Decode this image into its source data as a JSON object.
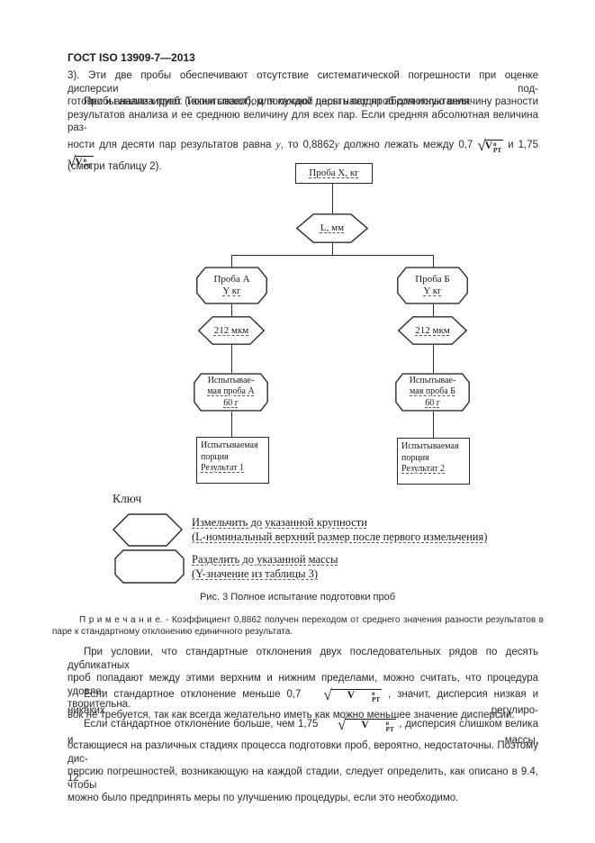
{
  "page": {
    "header": "ГОСТ ISO 13909-7—2013",
    "number": "12",
    "caption": "Рис. 3 Полное испытание подготовки проб"
  },
  "formula": {
    "radical": "√",
    "var": "V",
    "sup": "о",
    "sub": "РТ"
  },
  "intro": {
    "p1_l1": "3). Эти две пробы обеспечивают отсутствие систематической погрешности при оценке дисперсии под-",
    "p1_l2": "готовки и анализа проб. Таким способом получают десять пар проб для испытания.",
    "p2_l1": "Пробы анализируют (испытывают), для каждой пары находят абсолютную величину разности",
    "p2_l2": "результатов анализа и  ее среднюю величину для всех пар. Если средняя абсолютная величина раз-",
    "p2_l3a": "ности для  десяти пар  результатов равна ",
    "p2_y1": "y",
    "p2_l3b": ", то 0,8862",
    "p2_y2": "y",
    "p2_l3c": " должно лежать между 0,7 ",
    "p2_l3d": " и 1,75 ",
    "p2_l4": "(смотри таблицу 2)."
  },
  "diagram": {
    "top_box": "Проба X,  кг",
    "crush_top": "L, мм",
    "branch_a": {
      "sample_l1": "Проба А",
      "sample_l2": "Y кг",
      "size": "212 мкм",
      "test_l1": "Испытывае-",
      "test_l2": "мая проба А",
      "test_l3": "60 г",
      "result_l1": "Испытываемая",
      "result_l2": "порция",
      "result_l3": "Результат 1"
    },
    "branch_b": {
      "sample_l1": "Проба Б",
      "sample_l2": "Y кг",
      "size": "212 мкм",
      "test_l1": "Испытывае-",
      "test_l2": "мая проба Б",
      "test_l3": "60 г",
      "result_l1": "Испытываемая",
      "result_l2": "порция",
      "result_l3": "Результат 2"
    }
  },
  "key": {
    "title": "Ключ",
    "crush_l1": "Измельчить до указанной крупности",
    "crush_l2": "(L-номинальный верхний размер после первого измельчения)",
    "divide_l1": "Разделить до указанной массы",
    "divide_l2": "(Y-значение из таблицы 3)"
  },
  "note": {
    "l1": "П р и м е ч а н и е. - Коэффициент 0,8862 получен переходом от среднего значения разности результатов в",
    "l2": "паре к стандартному отклонению единичного результата."
  },
  "p3": {
    "l1": "При условии, что стандартные отклонения двух последовательных рядов по десять дубликатных",
    "l2": "проб попадают между этими верхним и нижним пределами, можно считать, что процедура удовле-",
    "l3": "творительна."
  },
  "p4": {
    "l1a": "Если стандартное отклонение меньше 0,7 ",
    "l1b": " , значит, дисперсия низкая и никаких регулиро-",
    "l2": "вок не требуется, так как всегда желательно иметь как можно меньшее значение дисперсии."
  },
  "p5": {
    "l1a": "Если стандартное отклонение больше, чем 1,75 ",
    "l1b": " ,  дисперсия  слишком велика  и массы,",
    "l2": "остающиеся на различных стадиях процесса подготовки проб, вероятно, недостаточны. Поэтому дис-",
    "l3": "персию погрешностей, возникающую на каждой стадии, следует определить, как описано в 9.4, чтобы",
    "l4": "можно было предпринять меры по улучшению процедуры, если это необходимо."
  }
}
